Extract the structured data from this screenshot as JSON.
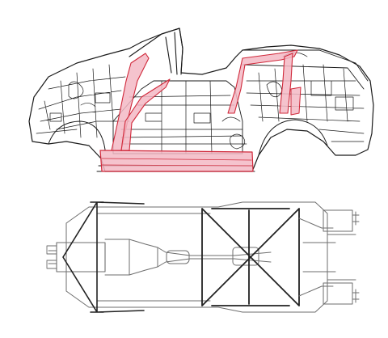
{
  "colors": {
    "background": "#ffffff",
    "line_dark": "#1a1a1a",
    "line_mid": "#555555",
    "line_light": "#8a8a8a",
    "highlight_stroke": "#d0283a",
    "highlight_fill": "#f3b9c4",
    "underbody_stroke": "#6e6e6e",
    "underbody_dark": "#222222"
  },
  "views": [
    {
      "id": "side-body-view",
      "highlighted_parts": [
        "a-pillar",
        "rocker-sill",
        "door-frame",
        "roll-hoop-left",
        "roll-hoop-right"
      ]
    },
    {
      "id": "underbody-plan-view",
      "parts": [
        "x-brace-front",
        "x-brace-rear",
        "exhaust-system",
        "rear-mufflers",
        "suspension-arms"
      ]
    }
  ]
}
